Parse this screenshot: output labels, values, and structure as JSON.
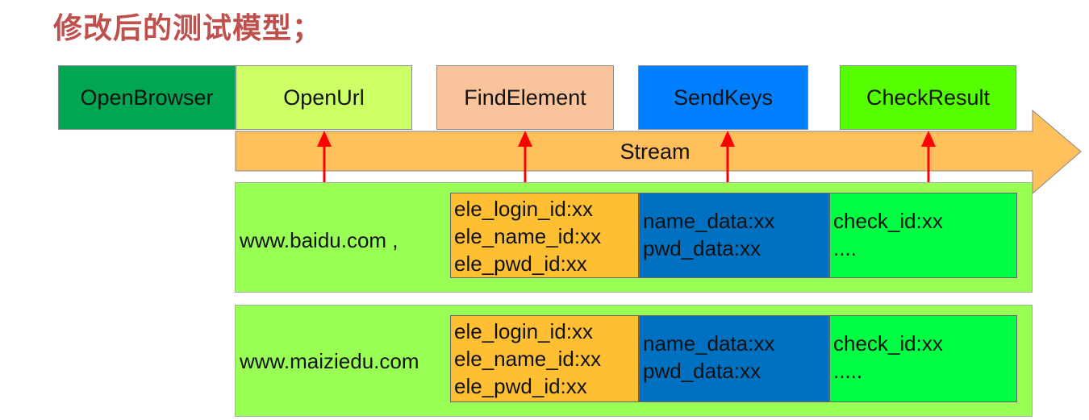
{
  "title": "修改后的测试模型；",
  "stages": [
    {
      "label": "OpenBrowser",
      "color": "#00a651"
    },
    {
      "label": "OpenUrl",
      "color": "#ccff66"
    },
    {
      "label": "FindElement",
      "color": "#f9c39b"
    },
    {
      "label": "SendKeys",
      "color": "#0080ff"
    },
    {
      "label": "CheckResult",
      "color": "#55ff00"
    }
  ],
  "stream": {
    "label": "Stream",
    "color": "#ffbf5a"
  },
  "arrow_color": "#ff0000",
  "rows": [
    {
      "url": "www.baidu.com ,",
      "elements": [
        "ele_login_id:xx",
        "ele_name_id:xx",
        "ele_pwd_id:xx"
      ],
      "data": [
        "name_data:xx",
        "pwd_data:xx"
      ],
      "check": [
        "check_id:xx",
        "...."
      ]
    },
    {
      "url": "www.maiziedu.com",
      "elements": [
        "ele_login_id:xx",
        "ele_name_id:xx",
        "ele_pwd_id:xx"
      ],
      "data": [
        "name_data:xx",
        "pwd_data:xx"
      ],
      "check": [
        "check_id:xx",
        "....."
      ]
    }
  ],
  "colors": {
    "row_bg": "#99ff55",
    "elements_bg": "#ffbf33",
    "data_bg": "#0070c0",
    "check_bg": "#00ff44",
    "title": "#c0504d"
  }
}
